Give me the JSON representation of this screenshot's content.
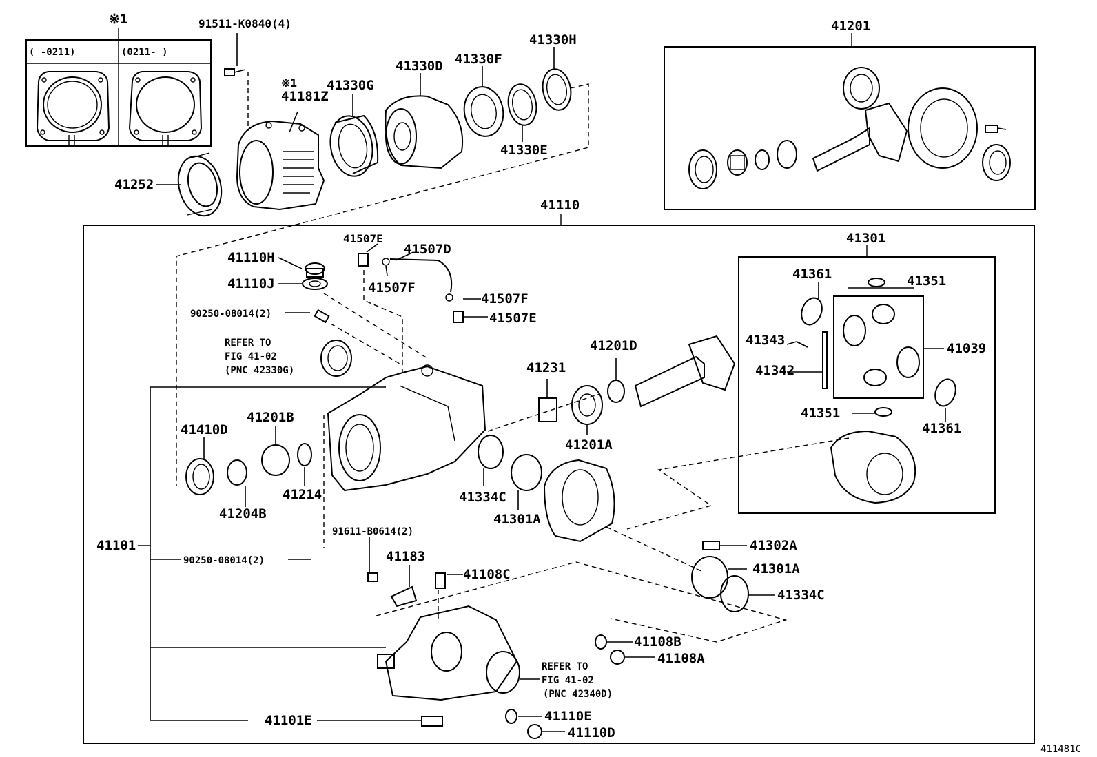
{
  "figure_code": "411481C",
  "note_mark": "※1",
  "inset_header_left": "(    -0211)",
  "inset_header_right": "(0211-     )",
  "labels": {
    "p91511": "91511-K0840(4)",
    "p41181z": "41181Z",
    "p41330g": "41330G",
    "p41330d": "41330D",
    "p41330f": "41330F",
    "p41330h": "41330H",
    "p41330e": "41330E",
    "p41252": "41252",
    "p41201": "41201",
    "p41110": "41110",
    "p41507e_top": "41507E",
    "p41507d": "41507D",
    "p41507f_left": "41507F",
    "p41507f_right": "41507F",
    "p41507e_right": "41507E",
    "p41110h": "41110H",
    "p41110j": "41110J",
    "p90250_top": "90250-08014(2)",
    "refer1_a": "REFER TO",
    "refer1_b": "FIG 41-02",
    "refer1_c": "(PNC 42330G)",
    "p41301": "41301",
    "p41361_top": "41361",
    "p41351_top": "41351",
    "p41343": "41343",
    "p41342": "41342",
    "p41039": "41039",
    "p41351_bot": "41351",
    "p41361_bot": "41361",
    "p41201d": "41201D",
    "p41231": "41231",
    "p41201a": "41201A",
    "p41410d": "41410D",
    "p41201b": "41201B",
    "p41204b": "41204B",
    "p41214": "41214",
    "p41334c_left": "41334C",
    "p41301a_left": "41301A",
    "p41101": "41101",
    "p90250_bot": "90250-08014(2)",
    "p91611": "91611-B0614(2)",
    "p41183": "41183",
    "p41108c": "41108C",
    "p41302a": "41302A",
    "p41301a_right": "41301A",
    "p41334c_right": "41334C",
    "p41108b": "41108B",
    "p41108a": "41108A",
    "refer2_a": "REFER TO",
    "refer2_b": "FIG 41-02",
    "refer2_c": "(PNC 42340D)",
    "p41101e": "41101E",
    "p41110e": "41110E",
    "p41110d": "41110D"
  }
}
